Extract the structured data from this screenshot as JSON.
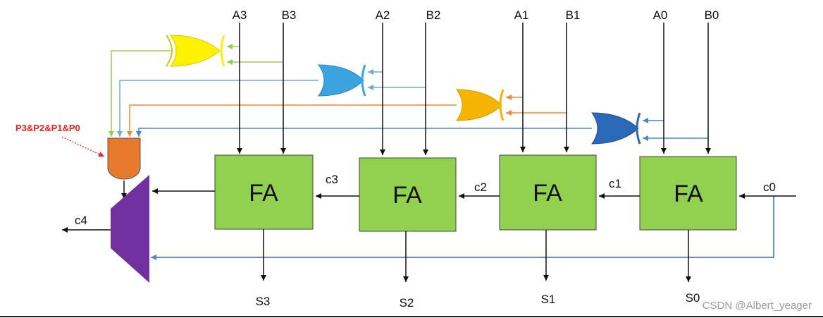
{
  "inputs": [
    {
      "a": "A3",
      "b": "B3"
    },
    {
      "a": "A2",
      "b": "B2"
    },
    {
      "a": "A1",
      "b": "B1"
    },
    {
      "a": "A0",
      "b": "B0"
    }
  ],
  "adders": [
    {
      "label": "FA",
      "sum": "S3",
      "carry_in": "c3"
    },
    {
      "label": "FA",
      "sum": "S2",
      "carry_in": "c2"
    },
    {
      "label": "FA",
      "sum": "S1",
      "carry_in": "c1"
    },
    {
      "label": "FA",
      "sum": "S0",
      "carry_in": "c0"
    }
  ],
  "carry_out": "c4",
  "and_annotation": "P3&P2&P1&P0",
  "watermark": "CSDN @Albert_yeager",
  "colors": {
    "xor3": "#fff200",
    "xor2": "#3aa3e0",
    "xor1": "#f5b400",
    "xor0": "#2a68b8",
    "wire3": "#92d050",
    "wire2": "#6fa8dc",
    "wire1": "#f08a30",
    "wire0": "#4a86c8",
    "full_adder": "#92d050",
    "and_gate": "#e87a2d",
    "mux": "#7030a0",
    "annotation": "#e8221d"
  }
}
